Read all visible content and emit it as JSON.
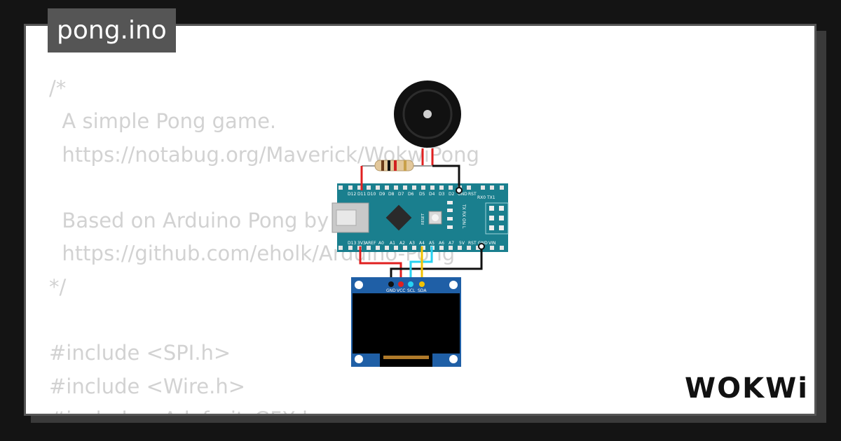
{
  "file_title": "pong.ino",
  "code_lines": [
    "/*",
    "  A simple Pong game.",
    "  https://notabug.org/Maverick/WokwiPong",
    "",
    "  Based on Arduino Pong by eholk",
    "  https://github.com/eholk/Arduino-Pong",
    "*/",
    "",
    "#include <SPI.h>",
    "#include <Wire.h>",
    "#include <Adafruit_GFX.h>"
  ],
  "brand": "WOKWi",
  "colors": {
    "board": "#1a7f8e",
    "oled_board": "#1f5fa6",
    "wire_red": "#e02020",
    "wire_black": "#111111",
    "wire_cyan": "#27d3f2",
    "wire_yellow": "#f2c200"
  },
  "arduino": {
    "top_pins": [
      "D12",
      "D11",
      "D10",
      "D9",
      "D8",
      "D7",
      "D6",
      "D5",
      "D4",
      "D3",
      "D2",
      "GND",
      "RST"
    ],
    "top_right_pins": "RX0 TX1",
    "bottom_pins": [
      "D13",
      "3V3",
      "AREF",
      "A0",
      "A1",
      "A2",
      "A3",
      "A4",
      "A5",
      "A6",
      "A7",
      "5V",
      "RST",
      "GND",
      "VIN"
    ],
    "reset_label": "RESET",
    "leds": [
      "TX",
      "RX",
      "ON",
      "L"
    ]
  },
  "oled": {
    "pins": [
      "GND",
      "VCC",
      "SCL",
      "SDA"
    ]
  }
}
